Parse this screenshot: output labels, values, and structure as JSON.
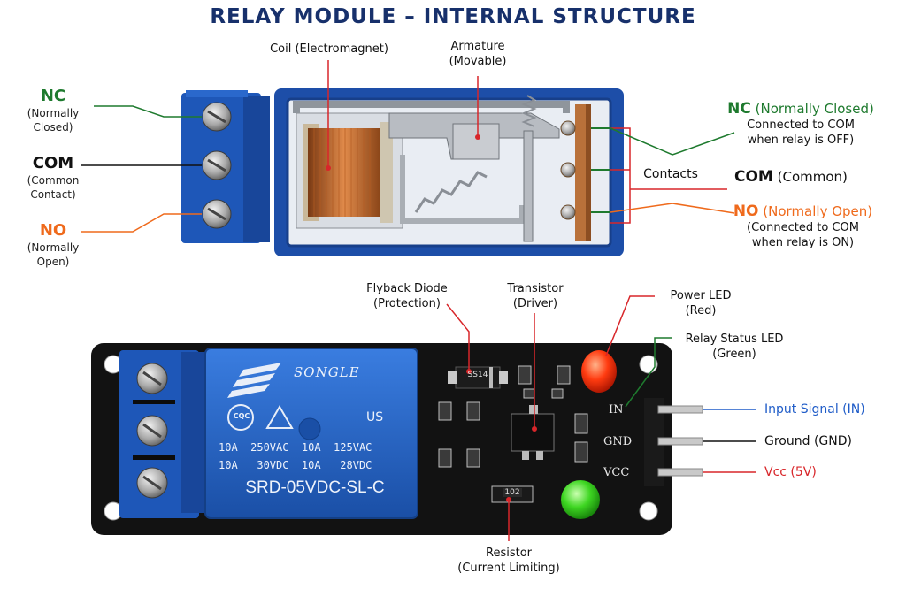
{
  "title": "RELAY MODULE – INTERNAL STRUCTURE",
  "top": {
    "coil": "Coil (Electromagnet)",
    "armature": [
      "Armature",
      "(Movable)"
    ],
    "left": {
      "nc": {
        "code": "NC",
        "desc": [
          "(Normally",
          "Closed)"
        ]
      },
      "com": {
        "code": "COM",
        "desc": [
          "(Common",
          "Contact)"
        ]
      },
      "no": {
        "code": "NO",
        "desc": [
          "(Normally",
          "Open)"
        ]
      }
    },
    "right": {
      "nc": {
        "code": "NC",
        "name": "(Normally Closed)",
        "desc": [
          "Connected to COM",
          "when relay is OFF)"
        ]
      },
      "contacts": "Contacts",
      "com": {
        "code": "COM",
        "name": "(Common)"
      },
      "no": {
        "code": "NO",
        "name": "(Normally Open)",
        "desc": [
          "(Connected to COM",
          "when relay is ON)"
        ]
      }
    }
  },
  "bottom": {
    "flyback": [
      "Flyback Diode",
      "(Protection)"
    ],
    "transistor": [
      "Transistor",
      "(Driver)"
    ],
    "power_led": [
      "Power LED",
      "(Red)"
    ],
    "status_led": [
      "Relay Status LED",
      "(Green)"
    ],
    "resistor": [
      "Resistor",
      "(Current Limiting)"
    ],
    "pins": {
      "in": "IN",
      "gnd": "GND",
      "vcc": "VCC"
    },
    "pin_labels": {
      "in": "Input Signal (IN)",
      "gnd": "Ground (GND)",
      "vcc": "Vcc (5V)"
    },
    "relay_print": {
      "brand": "SONGLE",
      "cert1": "CQC",
      "cert2": "US",
      "row1": "10A  250VAC  10A  125VAC",
      "row2": "10A   30VDC  10A   28VDC",
      "model": "SRD-05VDC-SL-C"
    },
    "diode_mark": "SS14",
    "resistor_mark": "102"
  },
  "colors": {
    "title": "#17306b",
    "nc": "#1e7a2e",
    "no": "#ef6a1c",
    "signal": "#1f5cc8",
    "vcc": "#d8262a",
    "terminal": "#1e57b8",
    "relay": "#1d5fc0",
    "pcb": "#121212"
  }
}
